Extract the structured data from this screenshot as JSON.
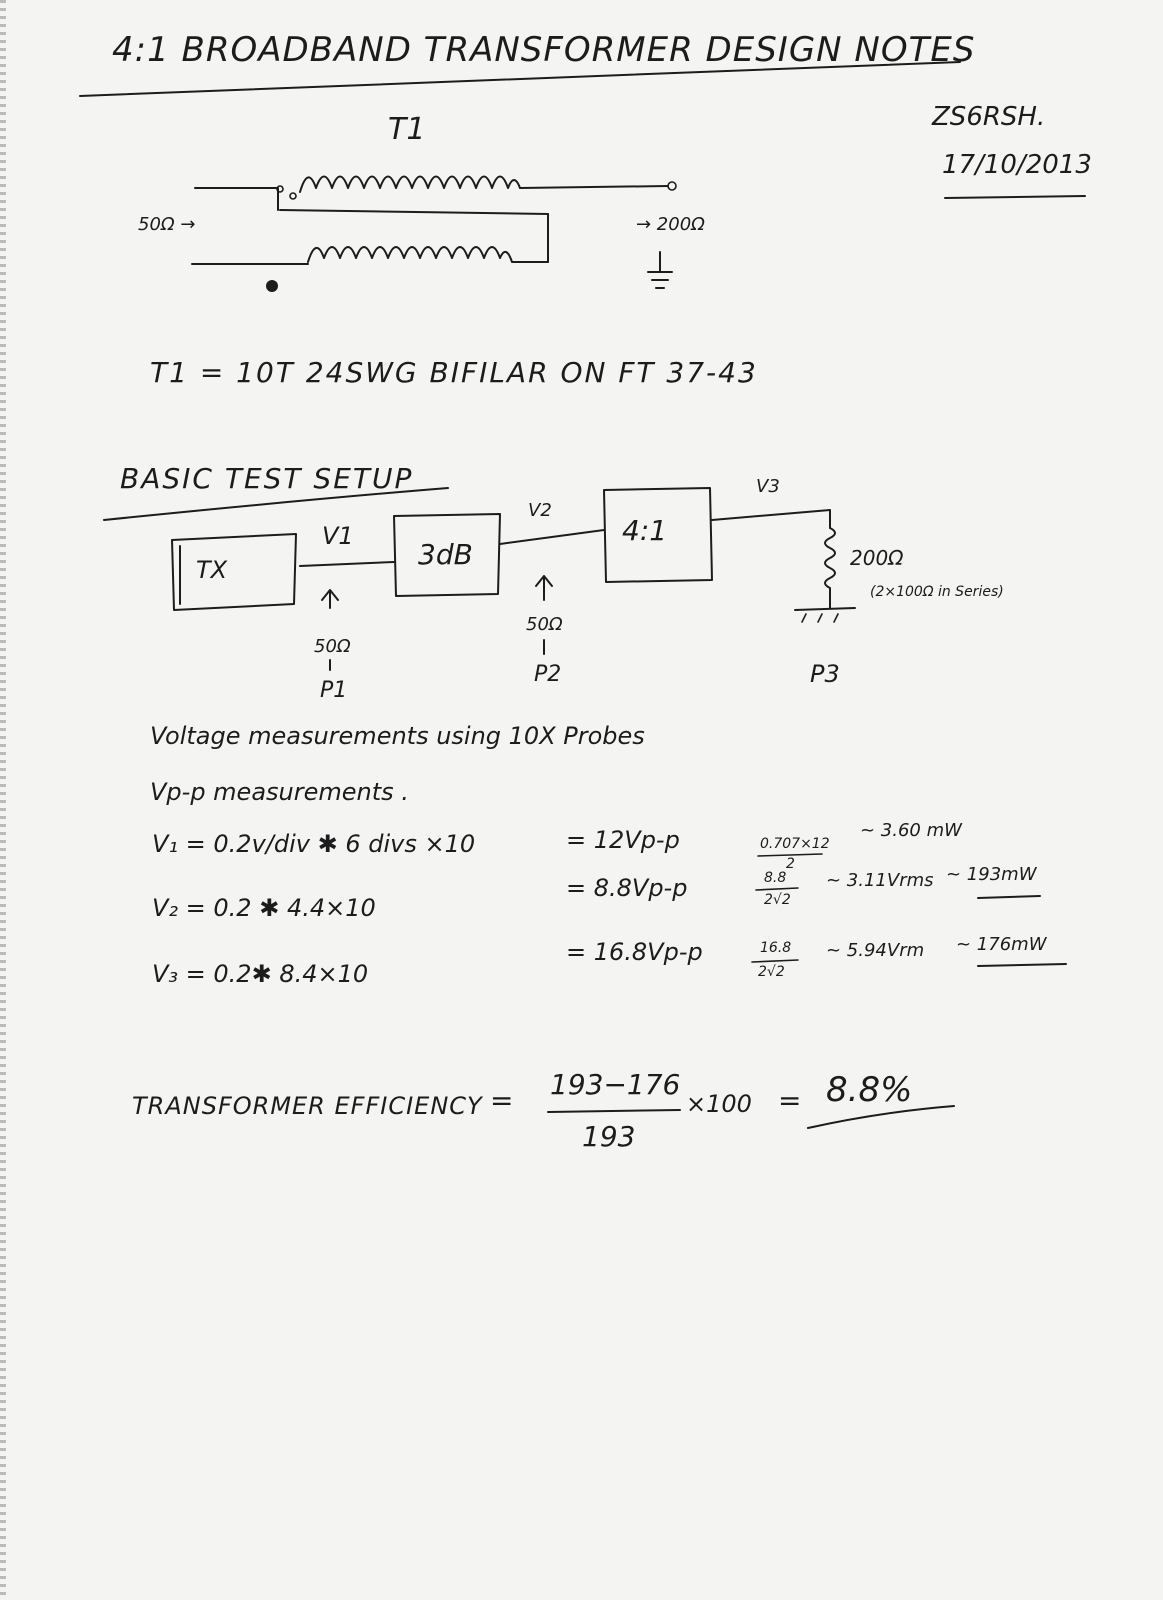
{
  "header": {
    "title": "4:1 BROADBAND TRANSFORMER DESIGN NOTES",
    "callsign": "ZS6RSH.",
    "date": "17/10/2013"
  },
  "schematic": {
    "label": "T1",
    "input": "50Ω →",
    "output": "→ 200Ω"
  },
  "spec": "T1 = 10T 24SWG BIFILAR ON FT 37-43",
  "setup": {
    "heading": "BASIC TEST SETUP",
    "tx": "TX",
    "attenuator": "3dB",
    "transformer": "4:1",
    "v1": "V1",
    "v2": "V2",
    "v3": "V3",
    "load": "200Ω",
    "load_note": "(2×100Ω in Series)",
    "probe1_imp": "50Ω",
    "probe2_imp": "50Ω",
    "p1": "P1",
    "p2": "P2",
    "p3": "P3"
  },
  "notes": {
    "line1": "Voltage measurements using 10X Probes",
    "line2": "Vp-p measurements ."
  },
  "calcs": [
    {
      "lhs": "V₁ = 0.2v/div ✱ 6 divs ×10",
      "rhs": "= 12Vp-p",
      "conv_num": "0.707×12",
      "conv_den": "2",
      "rms": "~ 3.60 mW",
      "power": ""
    },
    {
      "lhs": "V₂ = 0.2 ✱ 4.4×10",
      "rhs": "= 8.8Vp-p",
      "conv_num": "8.8",
      "conv_den": "2√2",
      "rms": "~ 3.11Vrms",
      "power": "~ 193mW"
    },
    {
      "lhs": "V₃ = 0.2✱ 8.4×10",
      "rhs": "= 16.8Vp-p",
      "conv_num": "16.8",
      "conv_den": "2√2",
      "rms": "~ 5.94Vrm",
      "power": "~ 176mW"
    }
  ],
  "efficiency": {
    "label": "TRANSFORMER EFFICIENCY",
    "eq": "=",
    "numerator": "193−176",
    "denominator": "193",
    "multiplier": "×100",
    "eq2": "=",
    "result": "8.8%"
  }
}
